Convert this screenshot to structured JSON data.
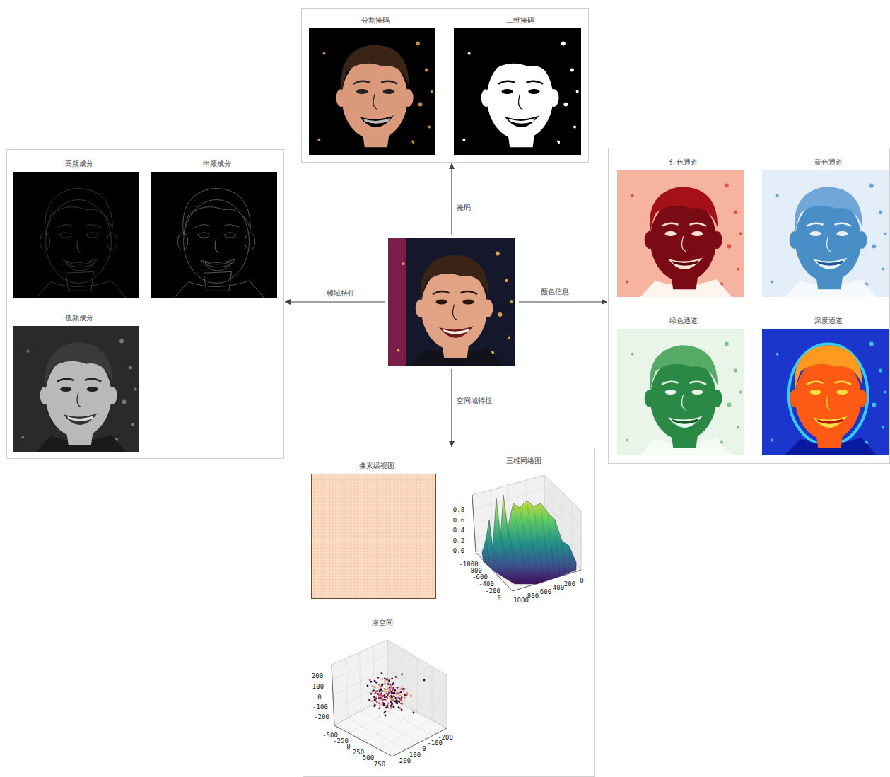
{
  "diagram": {
    "nodes": [
      {
        "text": []
      },
      {
        "text": [
          "分割掩码"
        ],
        "in": 0
      },
      {
        "text": [
          "二维掩码"
        ],
        "in": 0
      },
      {
        "text": []
      },
      {
        "text": [
          "高频成分"
        ],
        "in": 3
      },
      {
        "text": [
          "中频成分"
        ],
        "in": 3
      },
      {
        "text": [
          "低频成分"
        ],
        "in": 3
      },
      {
        "text": []
      },
      {
        "text": []
      },
      {
        "text": [
          "红色通道"
        ],
        "in": 8
      },
      {
        "text": [
          "蓝色通道"
        ],
        "in": 8
      },
      {
        "text": [
          "绿色通道"
        ],
        "in": 8
      },
      {
        "text": [
          "深度通道"
        ],
        "in": 8
      },
      {
        "text": []
      },
      {
        "text": [
          "像素级视图"
        ],
        "in": 13
      },
      {
        "text": [
          "三维网络图"
        ],
        "in": 13
      },
      {
        "text": [
          "潜空间"
        ],
        "in": 13
      }
    ],
    "edges": [
      {
        "from": 7,
        "to": 0,
        "arrow": "to",
        "label": "掩码"
      },
      {
        "from": 7,
        "to": 3,
        "arrow": "to",
        "label": "频域特征"
      },
      {
        "from": 7,
        "to": 8,
        "arrow": "to",
        "label": "颜色信息"
      },
      {
        "from": 7,
        "to": 13,
        "arrow": "to",
        "label": "空间域特征"
      }
    ],
    "labels": [
      "0.8",
      "0.6",
      "0.4",
      "0.2",
      "0.0",
      "-1000",
      "-800",
      "-600",
      "-400",
      "-200",
      "0",
      "1000",
      "800",
      "600",
      "400",
      "200",
      "0",
      "200",
      "100",
      "0",
      "-100",
      "-200",
      "-500",
      "-250",
      "0",
      "250",
      "500",
      "750",
      "-200",
      "-100",
      "0",
      "100",
      "200"
    ]
  }
}
